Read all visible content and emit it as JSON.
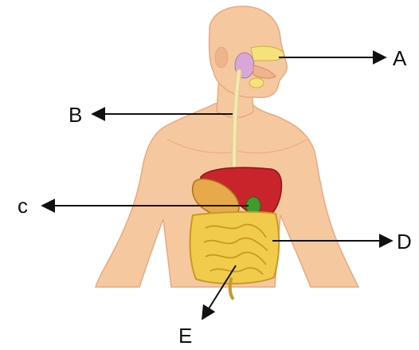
{
  "labels": {
    "a": "A",
    "b": "B",
    "c": "c",
    "d": "D",
    "e": "E"
  },
  "colors": {
    "skin": "#f6c8a0",
    "skin_shadow": "#e9a97e",
    "liver": "#c9242b",
    "stomach": "#e8a94a",
    "gallbladder": "#3f9b2c",
    "intestine": "#f1cb4c",
    "intestine_outline": "#c99a22",
    "esophagus": "#f3e6b8",
    "salivary": "#d9a6d9",
    "nasal": "#f4e27a",
    "arrow": "#111111"
  }
}
